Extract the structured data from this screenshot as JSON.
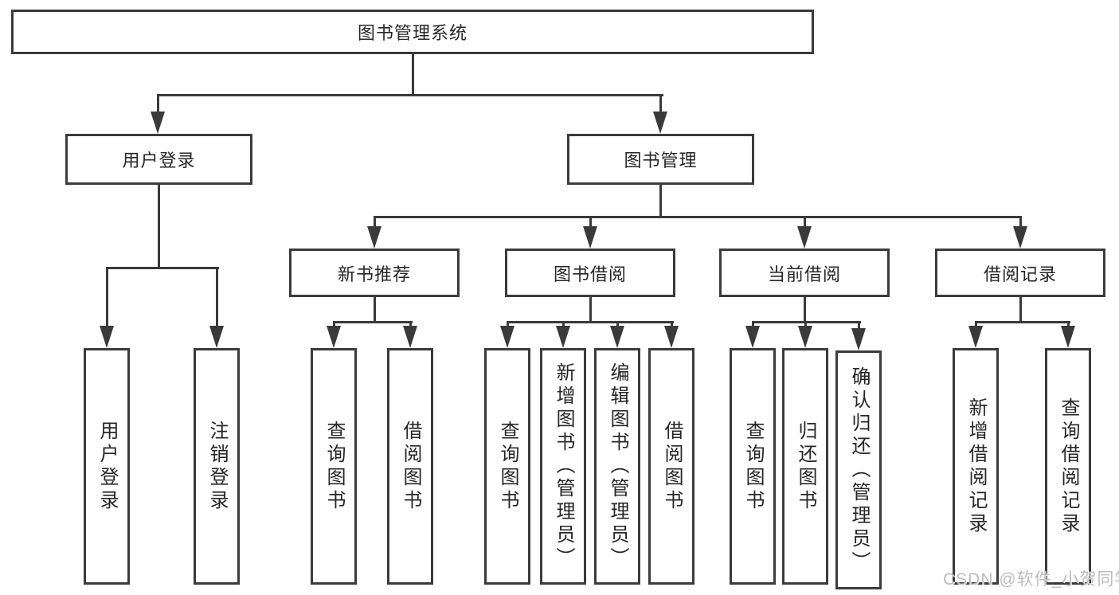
{
  "diagram": {
    "root": {
      "label": "图书管理系统"
    },
    "branches": [
      {
        "label": "用户登录",
        "children": [
          {
            "label": "用户登录"
          },
          {
            "label": "注销登录"
          }
        ]
      },
      {
        "label": "图书管理",
        "children": [
          {
            "label": "新书推荐",
            "children": [
              {
                "label": "查询图书"
              },
              {
                "label": "借阅图书"
              }
            ]
          },
          {
            "label": "图书借阅",
            "children": [
              {
                "label": "查询图书"
              },
              {
                "label": "新增图书（管理员）"
              },
              {
                "label": "编辑图书（管理员）"
              },
              {
                "label": "借阅图书"
              }
            ]
          },
          {
            "label": "当前借阅",
            "children": [
              {
                "label": "查询图书"
              },
              {
                "label": "归还图书"
              },
              {
                "label": "确认归还（管理员）"
              }
            ]
          },
          {
            "label": "借阅记录",
            "children": [
              {
                "label": "新增借阅记录"
              },
              {
                "label": "查询借阅记录"
              }
            ]
          }
        ]
      }
    ]
  },
  "watermark": {
    "text": "CSDN @软件_小贺同学"
  },
  "colors": {
    "background": "#ffffff",
    "node_border": "#3b3b3b",
    "connector": "#3a3a3a",
    "text": "#262626",
    "watermark": "#bcbcbc"
  }
}
